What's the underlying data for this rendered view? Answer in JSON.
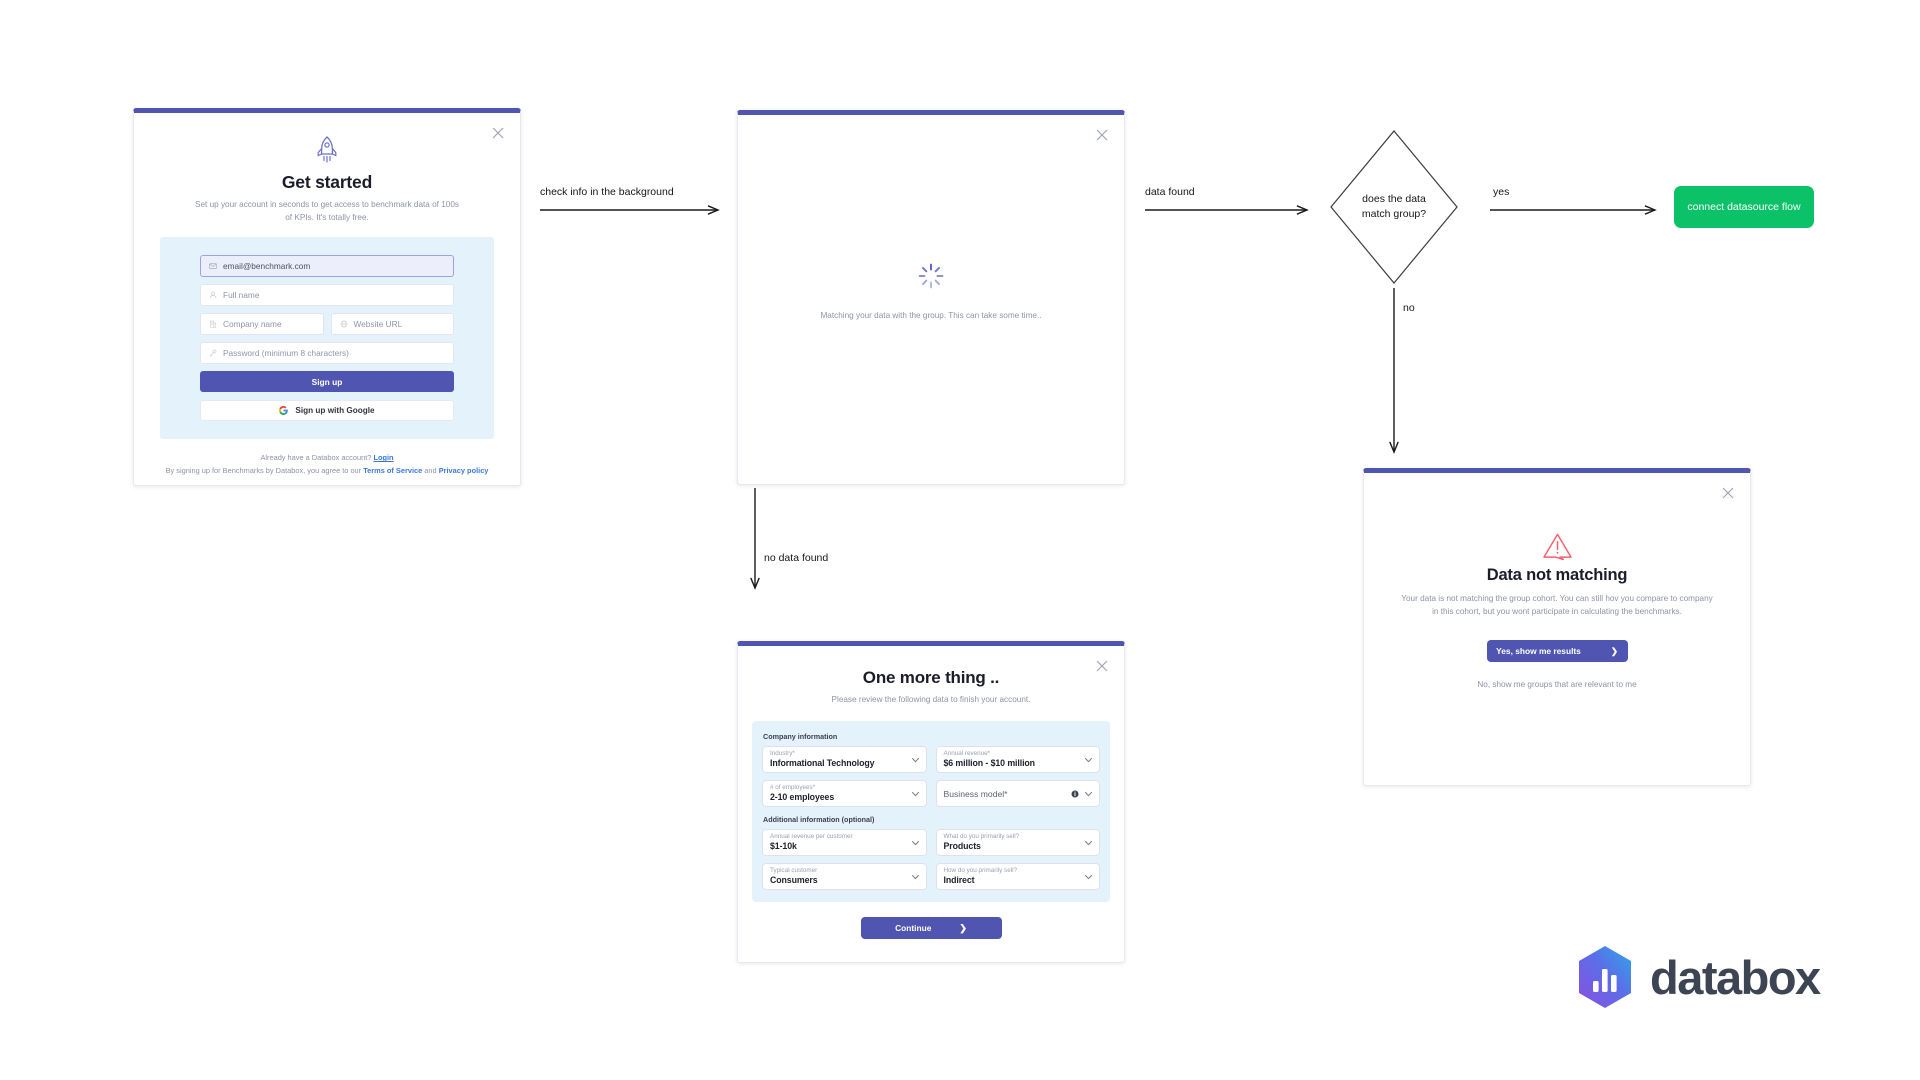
{
  "signup_card": {
    "logo_icon": "rocket-icon",
    "title": "Get started",
    "subtitle": "Set up your account in seconds to get access to benchmark data of 100s of KPIs. It's totally free.",
    "fields": [
      {
        "icon": "mail-icon",
        "value": "email@benchmark.com",
        "focused": true
      },
      {
        "icon": "user-icon",
        "placeholder": "Full name",
        "focused": false
      },
      {
        "icon": "building-icon",
        "placeholder": "Company name",
        "focused": false
      },
      {
        "icon": "globe-icon",
        "placeholder": "Website URL",
        "focused": false
      },
      {
        "icon": "key-icon",
        "placeholder": "Password (minimum 8 characters)",
        "focused": false
      }
    ],
    "signup_button": "Sign up",
    "google_button": "Sign up with Google",
    "footer_line1_text": "Already have a Databox account?",
    "footer_line1_link": "Login",
    "footer_line2_prefix": "By signing up for Benchmarks by Databox, you agree to our",
    "footer_link_terms": "Terms of Service",
    "footer_line2_and": "and",
    "footer_link_privacy": "Privacy policy",
    "close_icon": "close-icon"
  },
  "loading_card": {
    "spinner_icon": "spinner-icon",
    "message": "Matching your data with the group. This can take some time..",
    "close_icon": "close-icon"
  },
  "form_card": {
    "title": "One more thing ..",
    "subtitle": "Please review the following data to finish your account.",
    "close_icon": "close-icon",
    "group_company": "Company information",
    "group_additional": "Additional information (optional)",
    "company_fields": [
      {
        "caption": "Industry*",
        "value": "Informational Technology",
        "info": false
      },
      {
        "caption": "Annual revenue*",
        "value": "$6 million - $10 million",
        "info": false
      },
      {
        "caption": "# of employees*",
        "value": "2-10 employees",
        "info": false
      },
      {
        "caption": "",
        "placeholder": "Business model*",
        "info": true
      }
    ],
    "additional_fields": [
      {
        "caption": "Annual revenue per customer",
        "value": "$1-10k"
      },
      {
        "caption": "What do you primarily sell?",
        "value": "Products"
      },
      {
        "caption": "Typical customer",
        "value": "Consumers"
      },
      {
        "caption": "How do you primarily sell?",
        "value": "Indirect"
      }
    ],
    "continue_button": "Continue",
    "continue_arrow": "❯"
  },
  "nomatch_card": {
    "warning_icon": "warning-triangle-icon",
    "title": "Data not matching",
    "body": "Your data is not matching the group cohort. You can still hov you compare to company in this cohort, but you wont participate in calculating the benchmarks.",
    "primary_button": "Yes, show me results",
    "primary_arrow": "❯",
    "secondary_link": "No, show me groups that are relevant to me",
    "close_icon": "close-icon"
  },
  "flow": {
    "label_check_info": "check info in the background",
    "label_no_data": "no data found",
    "label_data_found": "data found",
    "label_yes": "yes",
    "label_no": "no",
    "decision_line1": "does the data",
    "decision_line2": "match group?",
    "green_button": "connect datasource flow"
  },
  "brand": {
    "logo_mark": "databox-hexagon-icon",
    "wordmark": "databox",
    "accent_indigo": "#4f55b0",
    "accent_green": "#0bc268",
    "panel_blue": "#e4f3fb",
    "warning_red": "#f4606d"
  }
}
